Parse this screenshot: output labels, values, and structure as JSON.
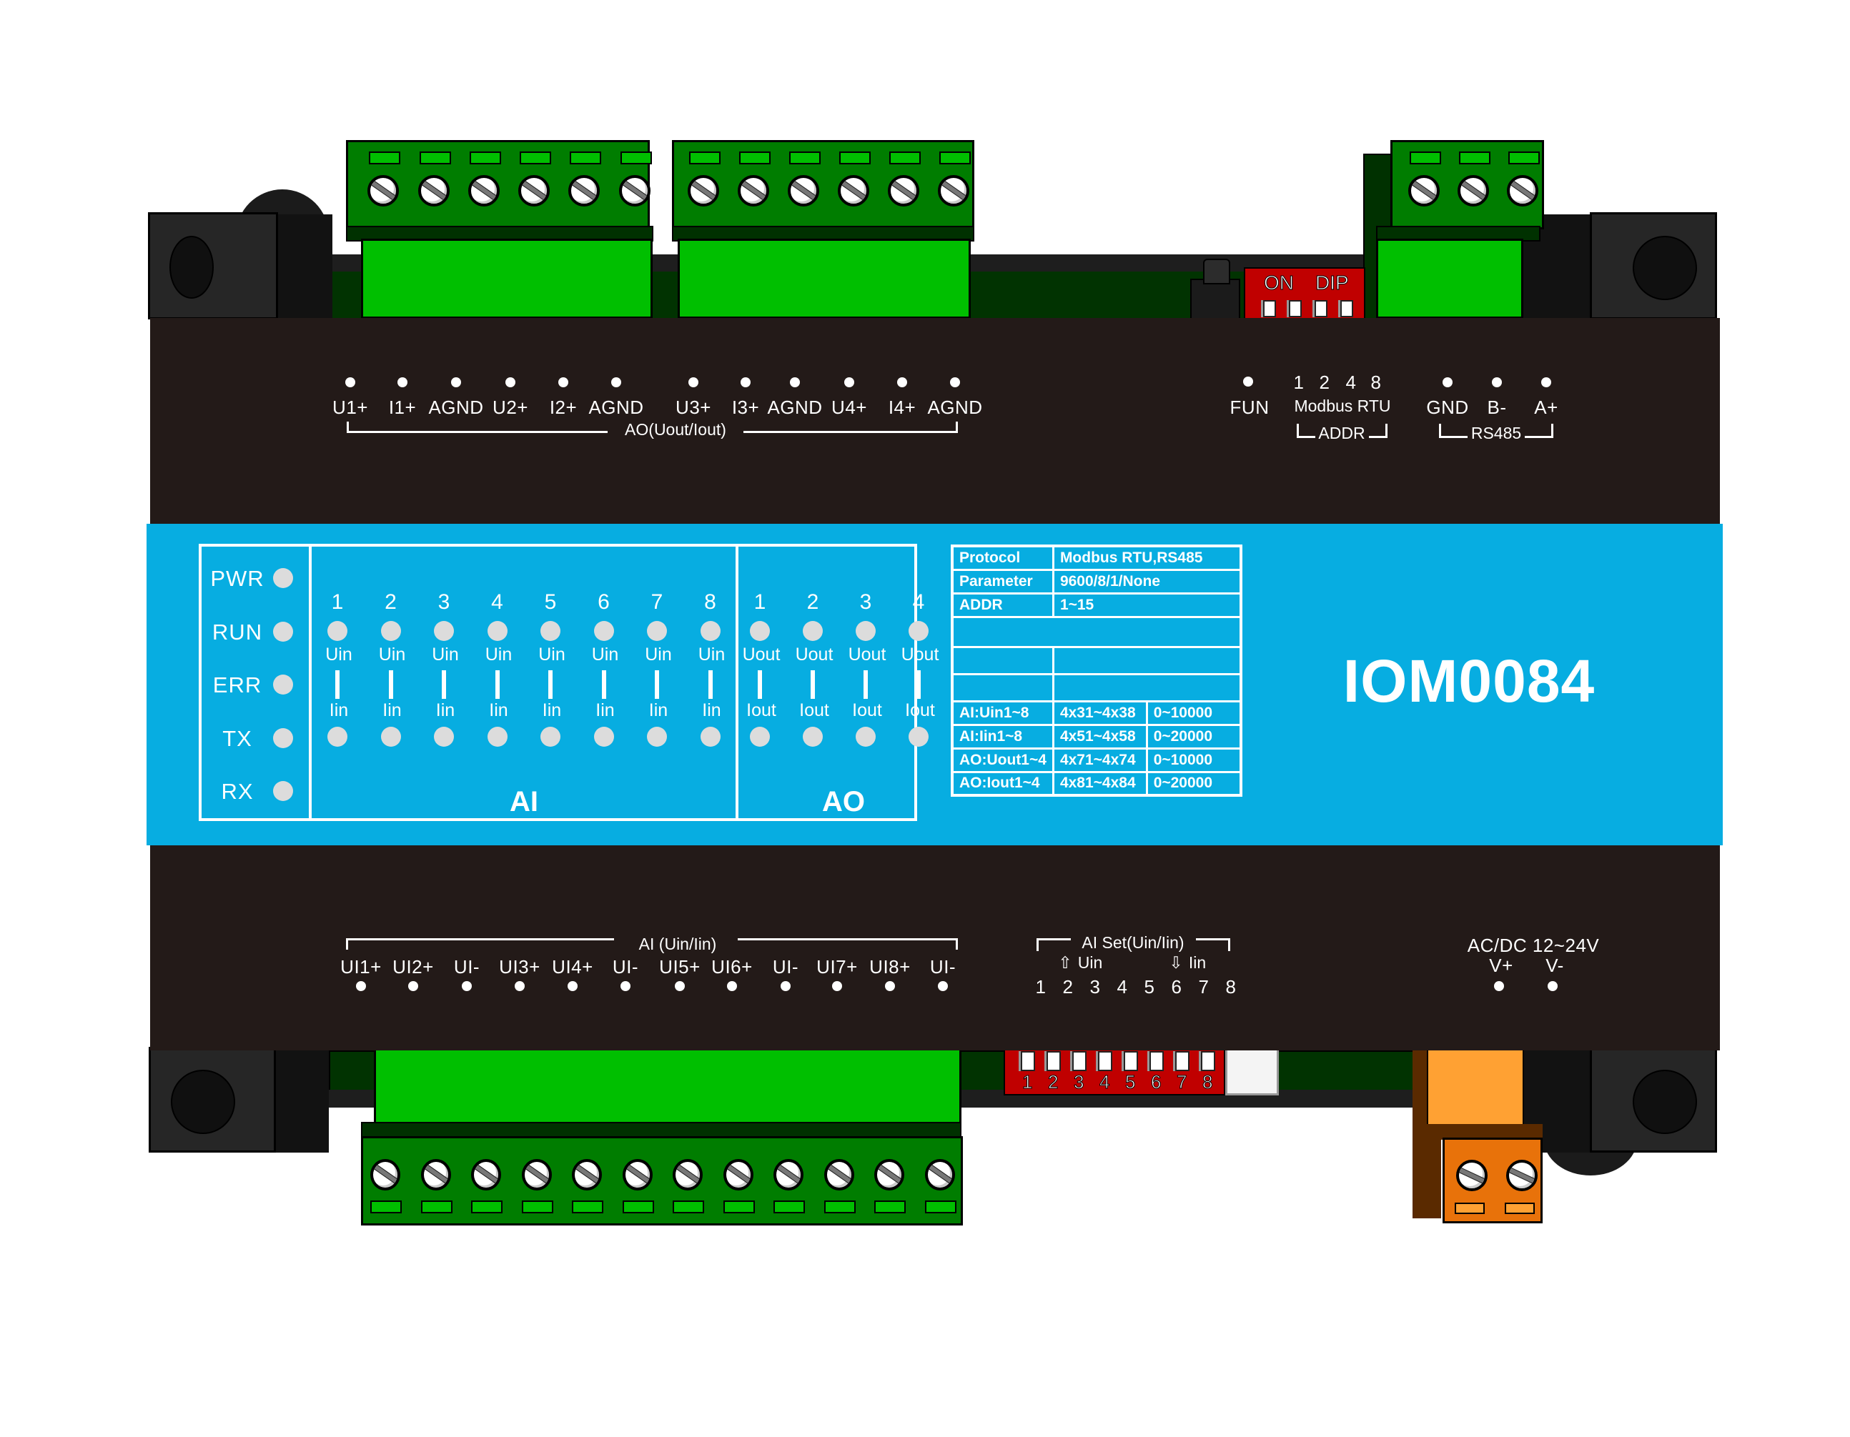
{
  "device": {
    "model": "IOM0084",
    "colors": {
      "housing": "#231a18",
      "label_band": "#07ade1",
      "terminal_green": "#00bf00",
      "terminal_dark_green": "#007d00",
      "power_terminal": "#e8720a",
      "dip_switch": "#c00000",
      "led": "#dcdcdc"
    }
  },
  "top_panel": {
    "ao_terminals": [
      "U1+",
      "I1+",
      "AGND",
      "U2+",
      "I2+",
      "AGND",
      "U3+",
      "I3+",
      "AGND",
      "U4+",
      "I4+",
      "AGND"
    ],
    "ao_group_label": "AO(Uout/Iout)",
    "fun_label": "FUN",
    "addr_bits": [
      "1",
      "2",
      "4",
      "8"
    ],
    "addr_protocol": "Modbus RTU",
    "addr_group_label": "ADDR",
    "rs485_terminals": [
      "GND",
      "B-",
      "A+"
    ],
    "rs485_group_label": "RS485",
    "dip_labels": {
      "on": "ON",
      "dip": "DIP"
    }
  },
  "status_leds": [
    "PWR",
    "RUN",
    "ERR",
    "TX",
    "RX"
  ],
  "ai_panel": {
    "title": "AI",
    "channels": [
      "1",
      "2",
      "3",
      "4",
      "5",
      "6",
      "7",
      "8"
    ],
    "upper_label": "Uin",
    "lower_label": "Iin"
  },
  "ao_panel": {
    "title": "AO",
    "channels": [
      "1",
      "2",
      "3",
      "4"
    ],
    "upper_label": "Uout",
    "lower_label": "Iout"
  },
  "spec_table": {
    "rows": [
      {
        "key": "Protocol",
        "value": "Modbus RTU,RS485"
      },
      {
        "key": "Parameter",
        "value": "9600/8/1/None"
      },
      {
        "key": "ADDR",
        "value": "1~15"
      }
    ],
    "register_rows": [
      {
        "signal": "AI:Uin1~8",
        "registers": "4x31~4x38",
        "range": "0~10000"
      },
      {
        "signal": "AI:Iin1~8",
        "registers": "4x51~4x58",
        "range": "0~20000"
      },
      {
        "signal": "AO:Uout1~4",
        "registers": "4x71~4x74",
        "range": "0~10000"
      },
      {
        "signal": "AO:Iout1~4",
        "registers": "4x81~4x84",
        "range": "0~20000"
      }
    ]
  },
  "bottom_panel": {
    "ai_group_label": "AI (Uin/Iin)",
    "ai_terminals": [
      "UI1+",
      "UI2+",
      "UI-",
      "UI3+",
      "UI4+",
      "UI-",
      "UI5+",
      "UI6+",
      "UI-",
      "UI7+",
      "UI8+",
      "UI-"
    ],
    "ai_set_label": "AI Set(Uin/Iin)",
    "ai_set_up": "Uin",
    "ai_set_down": "Iin",
    "ai_set_switches": [
      "1",
      "2",
      "3",
      "4",
      "5",
      "6",
      "7",
      "8"
    ],
    "power_label": "AC/DC 12~24V",
    "power_terminals": [
      "V+",
      "V-"
    ]
  }
}
